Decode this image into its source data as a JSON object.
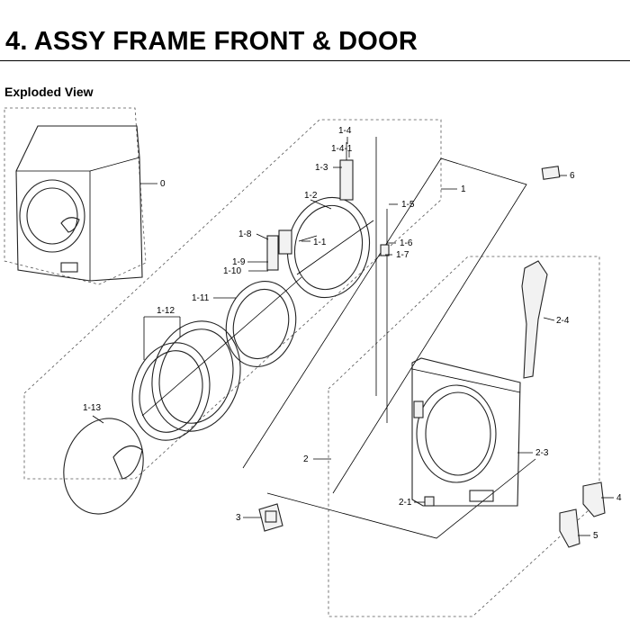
{
  "header": {
    "title": "4.  ASSY FRAME FRONT & DOOR",
    "subtitle": "Exploded View"
  },
  "callouts": {
    "c0": "0",
    "c1": "1",
    "c1_1": "1-1",
    "c1_2": "1-2",
    "c1_3": "1-3",
    "c1_4": "1-4",
    "c1_4_1": "1-4-1",
    "c1_5": "1-5",
    "c1_6": "1-6",
    "c1_7": "1-7",
    "c1_8": "1-8",
    "c1_9": "1-9",
    "c1_10": "1-10",
    "c1_11": "1-11",
    "c1_12": "1-12",
    "c1_13": "1-13",
    "c2": "2",
    "c2_1": "2-1",
    "c2_3": "2-3",
    "c2_4": "2-4",
    "c3": "3",
    "c4": "4",
    "c5": "5",
    "c6": "6"
  }
}
